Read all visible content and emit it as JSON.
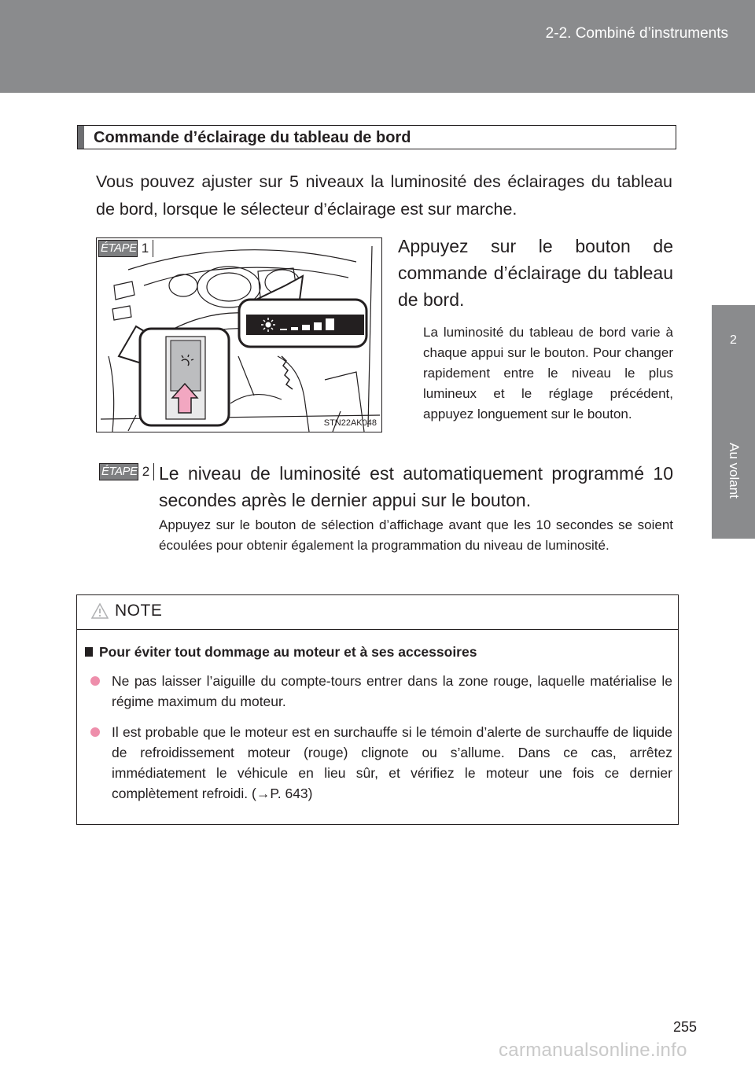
{
  "header": {
    "subtitle": "2-2. Combiné d’instruments"
  },
  "side_tab": {
    "number": "2",
    "label": "Au volant"
  },
  "section": {
    "title": "Commande d’éclairage du tableau de bord",
    "intro": "Vous pouvez ajuster sur 5 niveaux la luminosité des éclairages du tableau de bord, lorsque le sélecteur d’éclairage est sur marche."
  },
  "step1": {
    "badge_word": "ÉTAPE",
    "badge_num": "1",
    "text": "Appuyez sur le bouton de commande d’éclairage du tableau de bord.",
    "note": "La luminosité du tableau de bord varie à chaque appui sur le bouton. Pour changer rapidement entre le niveau le plus lumineux et le réglage précédent, appuyez longuement sur le bouton."
  },
  "figure": {
    "code": "STN22AK048"
  },
  "step2": {
    "badge_word": "ÉTAPE",
    "badge_num": "2",
    "text": "Le niveau de luminosité est automatiquement programmé 10 secondes après le dernier appui sur le bouton.",
    "note": "Appuyez sur le bouton de sélection d’affichage avant que les 10 secondes se soient écoulées pour obtenir également la programmation du niveau de luminosité."
  },
  "notice": {
    "heading": "NOTE",
    "subheading": "Pour éviter tout dommage au moteur et à ses accessoires",
    "bullets": [
      "Ne pas laisser l’aiguille du compte-tours entrer dans la zone rouge, laquelle matérialise le régime maximum du moteur.",
      "Il est probable que le moteur est en surchauffe si le témoin d’alerte de surchauffe de liquide de refroidissement moteur (rouge) clignote ou s’allume. Dans ce cas, arrêtez immédiatement le véhicule en lieu sûr, et vérifiez le moteur une fois ce dernier complètement refroidi. (→P. 643)"
    ]
  },
  "page_number": "255",
  "watermark": "carmanualsonline.info"
}
